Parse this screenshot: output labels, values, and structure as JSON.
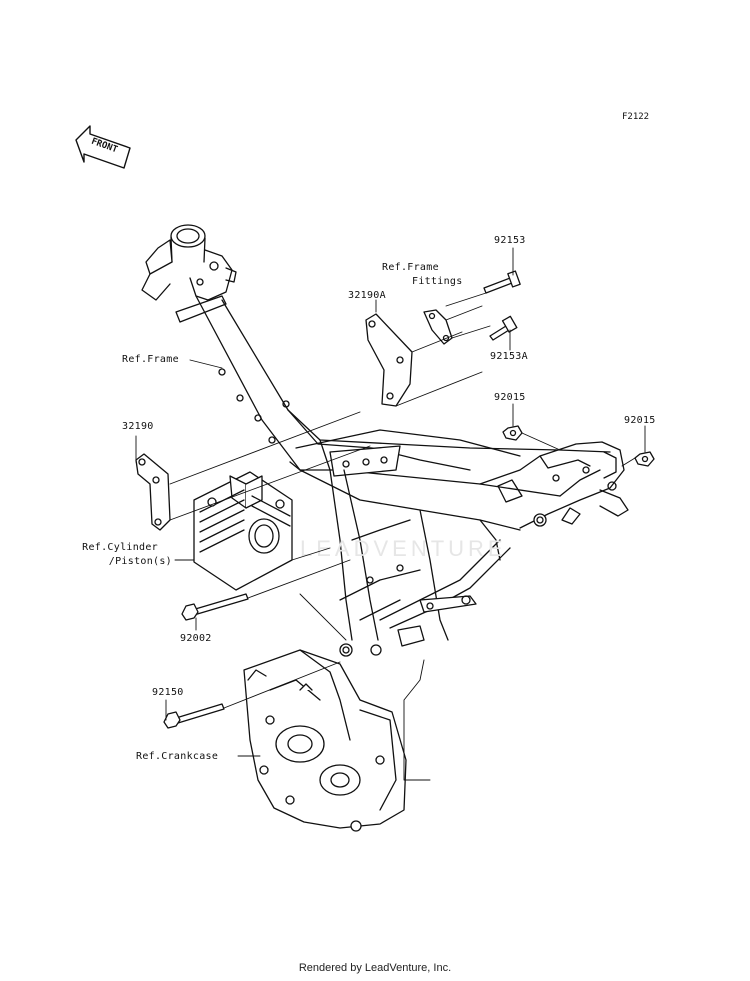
{
  "diagram": {
    "code": "F2122",
    "front_label": "FRONT",
    "watermark": "LEADVENTURE",
    "footer": "Rendered by LeadVenture, Inc.",
    "colors": {
      "line": "#111111",
      "fill": "#ffffff",
      "watermark": "#e8e8e8"
    },
    "labels": {
      "p92153": "92153",
      "ref_frame_fittings_1": "Ref.Frame",
      "ref_frame_fittings_2": "Fittings",
      "p32190A": "32190A",
      "p92153A": "92153A",
      "ref_frame": "Ref.Frame",
      "p92015_left": "92015",
      "p92015_right": "92015",
      "p32190": "32190",
      "ref_cylinder_1": "Ref.Cylinder",
      "ref_cylinder_2": "/Piston(s)",
      "p92002": "92002",
      "p92150": "92150",
      "ref_crankcase": "Ref.Crankcase"
    }
  }
}
